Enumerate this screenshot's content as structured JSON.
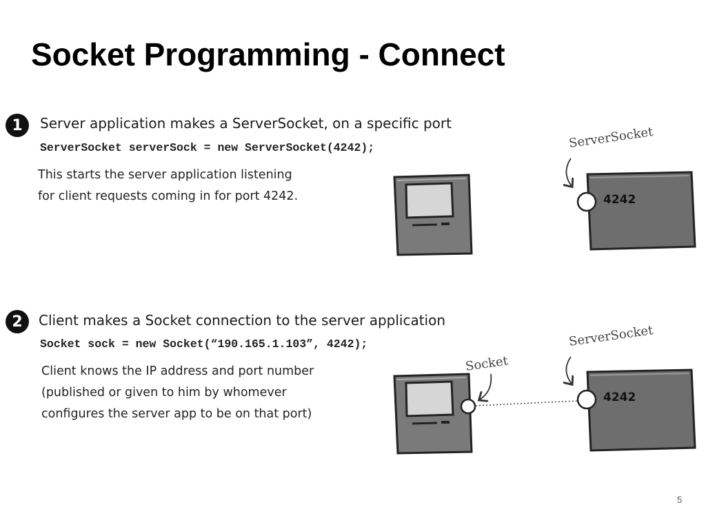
{
  "title": "Socket Programming - Connect",
  "steps": [
    {
      "number": "1",
      "heading": "Server application makes a ServerSocket, on a specific port",
      "code": "ServerSocket serverSock = new ServerSocket(4242);",
      "description": [
        "This starts the server application listening",
        "for client requests coming in for port 4242."
      ],
      "diagram": {
        "server_label": "ServerSocket",
        "port": "4242"
      }
    },
    {
      "number": "2",
      "heading": "Client makes a Socket connection to the server application",
      "code": "Socket sock = new Socket(“190.165.1.103”, 4242);",
      "description": [
        "Client knows the IP address and port number",
        "(published or given to him by whomever",
        "configures the server app to be on that port)"
      ],
      "diagram": {
        "client_label": "Socket",
        "server_label": "ServerSocket",
        "port": "4242"
      }
    }
  ],
  "page_number": "5",
  "colors": {
    "machine_fill": "#7a7a7a",
    "server_fill": "#6e6e6e",
    "outline": "#222222"
  }
}
